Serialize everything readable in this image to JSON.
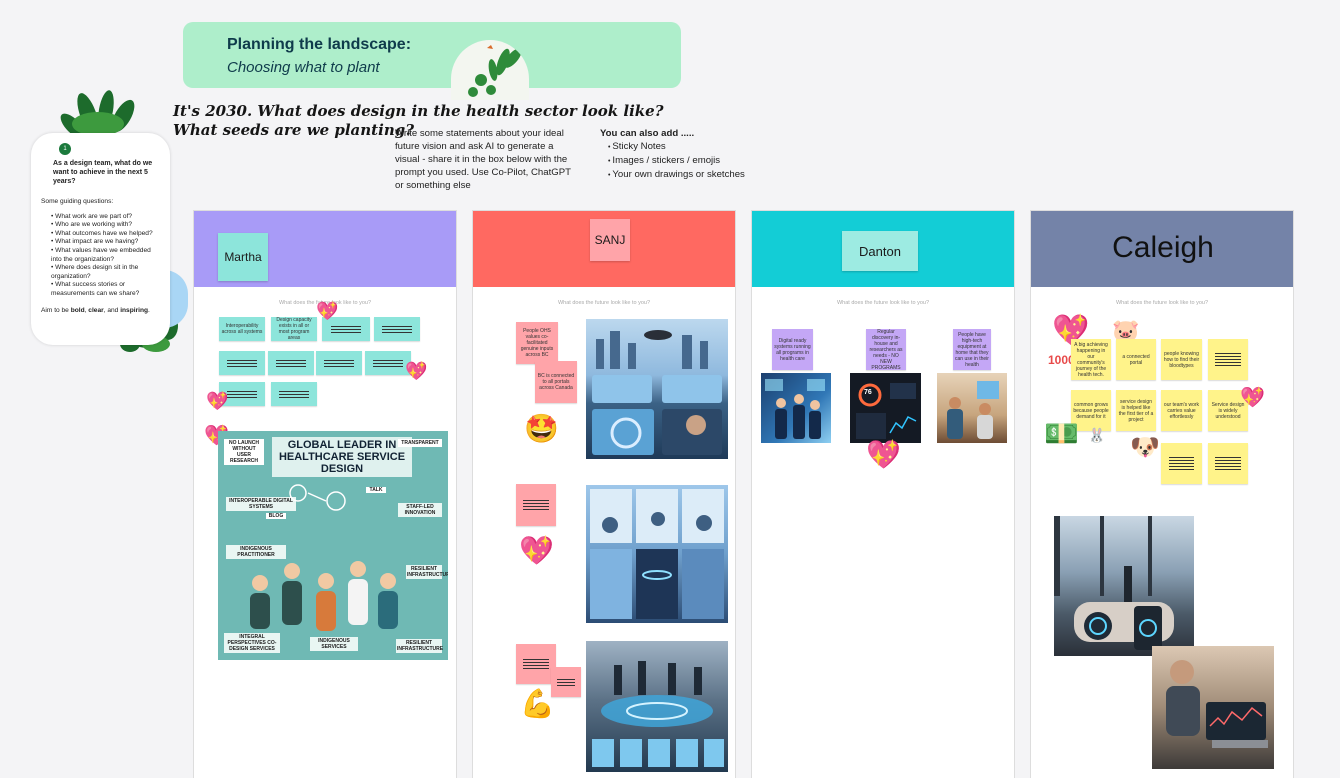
{
  "banner": {
    "title": "Planning the landscape:",
    "subtitle": "Choosing what to plant"
  },
  "question": {
    "line1": "It's 2030. What does design in the health sector look like?",
    "line2": "What seeds are we planting?"
  },
  "instructions": "Write some statements about your ideal future vision and ask AI to generate a visual - share it in the box below with the prompt you used. Use Co-Pilot, ChatGPT or something else",
  "also": {
    "heading": "You can also add .....",
    "items": [
      "Sticky Notes",
      "Images / stickers / emojis",
      "Your own drawings or sketches"
    ]
  },
  "guide": {
    "number": "1",
    "question": "As a design team, what do we want to achieve in the next 5 years?",
    "intro": "Some guiding questions:",
    "items": [
      "What work are we part of?",
      "Who are we working with?",
      "What outcomes have we helped?",
      "What impact are we having?",
      "What values have we embedded into the organization?",
      "Where does design sit in the organization?",
      "What success stories or measurements can we share?"
    ],
    "aim_prefix": "Aim to be ",
    "aim_bold1": "bold",
    "aim_sep1": ", ",
    "aim_bold2": "clear",
    "aim_sep2": ", and ",
    "aim_bold3": "inspiring",
    "aim_suffix": "."
  },
  "columns": [
    {
      "name": "Martha",
      "color": "#a89bf7",
      "subtitle": "What does the future look like to you?"
    },
    {
      "name": "SANJ",
      "color": "#ff6961",
      "subtitle": "What does the future look like to you?"
    },
    {
      "name": "Danton",
      "color": "#13cdd6",
      "subtitle": "What does the future look like to you?"
    },
    {
      "name": "Caleigh",
      "color": "#7483a8",
      "subtitle": "What does the future look like to you?"
    }
  ],
  "martha": {
    "sticky1": "Interoperability across all systems",
    "sticky2": "Design capacity exists in all or most program areas",
    "poster": {
      "title": "GLOBAL LEADER IN HEALTHCARE SERVICE DESIGN",
      "labels": [
        "NO LAUNCH WITHOUT USER RESEARCH",
        "TRANSPARENT",
        "INTEROPERABLE DIGITAL SYSTEMS",
        "BLOG",
        "TALK",
        "STAFF-LED INNOVATION",
        "INDIGENOUS PRACTITIONER",
        "RESILIENT INFRASTRUCTURE",
        "INTEGRAL PERSPECTIVES CO-DESIGN SERVICES",
        "INDIGENOUS SERVICES",
        "RESILIENT INFRASTRUCTURE"
      ]
    }
  },
  "sanj": {
    "sticky1": "People OHS values co-facilitated genuine inputs across BC",
    "sticky2": "BC is connected to all portals across Canada"
  },
  "danton": {
    "sticky1": "Digital ready systems running all programs in health care",
    "sticky2": "Regular discovery in-house and researchers as needs - NO NEW PROGRAMS",
    "sticky3": "People have high-tech equipment at home that they can use in their health",
    "dashboard_value": "76"
  },
  "caleigh": {
    "stickies": [
      "A big achieving happening in our community's journey of the health tech.",
      "a connected portal",
      "people knowing how to find their bloodtypes",
      "common grows because people demand for it",
      "service design is helped like the first tier of a project",
      "our team's work carries value effortlessly",
      "Service design is widely understood"
    ],
    "sticker_text": "1000"
  },
  "colors": {
    "banner": "#aeeecb",
    "teal": "#8de5db",
    "pink": "#ffa4a9",
    "lilac": "#c4a7f6",
    "yellow": "#fff38a"
  }
}
